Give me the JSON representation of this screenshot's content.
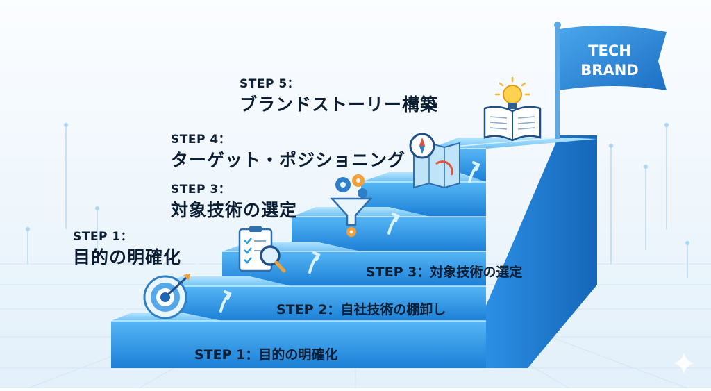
{
  "flag": {
    "line1": "TECH",
    "line2": "BRAND",
    "color": "#2f8fdc"
  },
  "colors": {
    "stair_top": "#8fd0f8",
    "stair_front": "#2f95e6",
    "stair_side": "#1f78c8",
    "text": "#0b1e33"
  },
  "steps_left": [
    {
      "number": "STEP 1：",
      "title": "目的の明確化"
    },
    {
      "number": "STEP 3：",
      "title": "対象技術の選定"
    },
    {
      "number": "STEP 4：",
      "title": "ターゲット・ポジショニング"
    },
    {
      "number": "STEP 5：",
      "title": "ブランドストーリー構築"
    }
  ],
  "steps_risers": [
    {
      "text": "STEP 1：目的の明確化"
    },
    {
      "text": "STEP 2：自社技術の棚卸し"
    },
    {
      "text": "STEP 3：対象技術の選定"
    }
  ],
  "icons": [
    "target-icon",
    "checklist-magnifier-icon",
    "gears-funnel-icon",
    "compass-map-icon",
    "lightbulb-book-icon"
  ]
}
